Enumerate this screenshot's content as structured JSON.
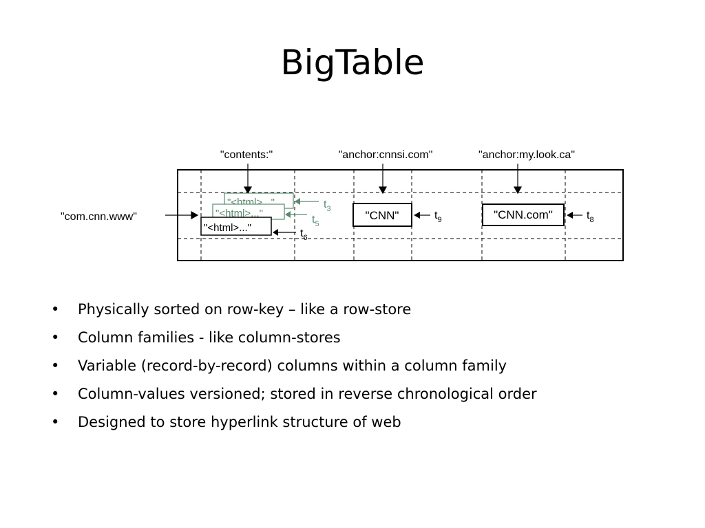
{
  "title": "BigTable",
  "diagram": {
    "column_labels": [
      "\"contents:\"",
      "\"anchor:cnnsi.com\"",
      "\"anchor:my.look.ca\""
    ],
    "row_label": "\"com.cnn.www\"",
    "cells": {
      "contents_versions": [
        {
          "value": "\"<html>...\"",
          "timestamp": "t",
          "subscript": "3"
        },
        {
          "value": "\"<html>...\"",
          "timestamp": "t",
          "subscript": "5"
        },
        {
          "value": "\"<html>...\"",
          "timestamp": "t",
          "subscript": "6"
        }
      ],
      "anchor_cnnsi": {
        "value": "\"CNN\"",
        "timestamp": "t",
        "subscript": "9"
      },
      "anchor_mylook": {
        "value": "\"CNN.com\"",
        "timestamp": "t",
        "subscript": "8"
      }
    },
    "colors": {
      "line": "#000000",
      "faded": "#5a8a6e"
    }
  },
  "bullets": [
    "Physically sorted on row-key – like a row-store",
    "Column families  - like column-stores",
    "Variable (record-by-record) columns within a column family",
    "Column-values versioned; stored in reverse chronological order",
    "Designed to store hyperlink structure of web"
  ],
  "bullet_symbol": "•"
}
